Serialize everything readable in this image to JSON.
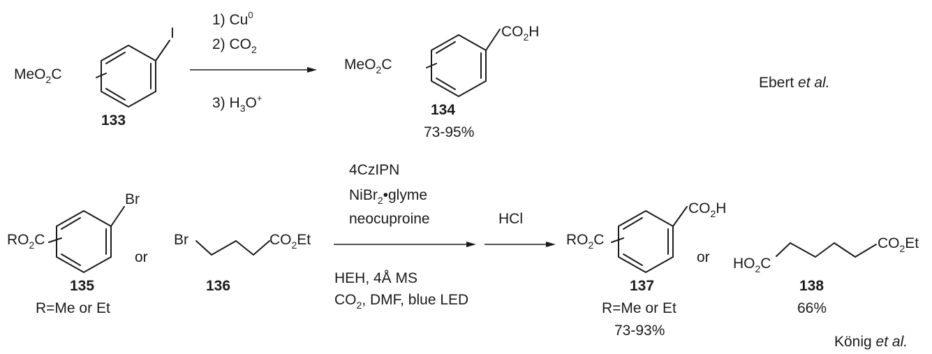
{
  "scheme_top": {
    "reactant": {
      "group_prefix": "MeO",
      "group_sub": "2",
      "group_suffix": "C",
      "substituent": "I",
      "number": "133"
    },
    "conditions_above": [
      {
        "text": "1) Cu",
        "sup": "0"
      },
      {
        "text": "2) CO",
        "sub": "2"
      }
    ],
    "conditions_below": [
      {
        "text": "3) H",
        "sub": "3",
        "text2": "O",
        "sup": "+"
      }
    ],
    "product": {
      "group_prefix": "MeO",
      "group_sub": "2",
      "group_suffix": "C",
      "acid_prefix": "CO",
      "acid_sub": "2",
      "acid_suffix": "H",
      "number": "134",
      "yield": "73-95%"
    },
    "citation": {
      "name": "Ebert ",
      "etal": "et al."
    }
  },
  "scheme_bottom": {
    "reactant_aryl": {
      "group_prefix": "RO",
      "group_sub": "2",
      "group_suffix": "C",
      "substituent": "Br",
      "or": "or",
      "number": "135",
      "note": "R=Me or Et"
    },
    "reactant_alkyl": {
      "br": "Br",
      "ester_prefix": "CO",
      "ester_sub": "2",
      "ester_suffix": "Et",
      "number": "136"
    },
    "conditions_above": [
      "4CzIPN",
      "NiBr•glyme",
      "neocuproine"
    ],
    "conditions_above_sub": "2",
    "second_reagent": "HCl",
    "conditions_below": [
      {
        "text": "HEH, 4Å MS"
      },
      {
        "text": "CO",
        "sub": "2",
        "text2": ", DMF, blue LED"
      }
    ],
    "product_aryl": {
      "group_prefix": "RO",
      "group_sub": "2",
      "group_suffix": "C",
      "acid_prefix": "CO",
      "acid_sub": "2",
      "acid_suffix": "H",
      "or": "or",
      "number": "137",
      "note": "R=Me or Et",
      "yield": "73-93%"
    },
    "product_alkyl": {
      "acid_prefix": "HO",
      "acid_sub": "2",
      "acid_suffix": "C",
      "ester_prefix": "CO",
      "ester_sub": "2",
      "ester_suffix": "Et",
      "number": "138",
      "yield": "66%"
    },
    "citation": {
      "name": "König ",
      "etal": "et al."
    }
  }
}
